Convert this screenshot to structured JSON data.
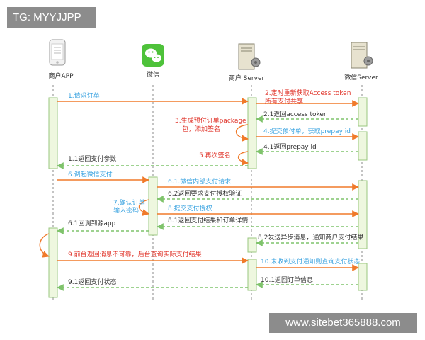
{
  "watermark_top": "TG: MYYJJPP",
  "watermark_bottom": "www.sitebet365888.com",
  "colors": {
    "request": "#f07a2a",
    "response": "#7fc36b",
    "accent_text": "#3aa3e0",
    "red_text": "#e0342a",
    "lifeline": "#888888",
    "activation_fill": "#eef7df",
    "activation_border": "#9ac77f"
  },
  "participants": [
    {
      "id": "merchant_app",
      "label": "商户APP",
      "icon": "phone-icon"
    },
    {
      "id": "wechat",
      "label": "微信",
      "icon": "wechat-icon"
    },
    {
      "id": "merchant_server",
      "label": "商户 Server",
      "icon": "server-icon"
    },
    {
      "id": "wechat_server",
      "label": "微信Server",
      "icon": "server-icon"
    }
  ],
  "messages": [
    {
      "text": "1.请求订单",
      "from": "merchant_app",
      "to": "merchant_server",
      "kind": "request"
    },
    {
      "text": "2.定时重新获取Access token",
      "text2": "所有支付共享",
      "from": "merchant_server",
      "to": "wechat_server",
      "kind": "request"
    },
    {
      "text": "2.1返回access token",
      "from": "wechat_server",
      "to": "merchant_server",
      "kind": "response"
    },
    {
      "text": "3.生成预付订单package",
      "text2": "包，添加签名",
      "from": "merchant_server",
      "to": "merchant_server",
      "kind": "self"
    },
    {
      "text": "4.提交预付单，获取prepay id",
      "from": "merchant_server",
      "to": "wechat_server",
      "kind": "request"
    },
    {
      "text": "4.1返回prepay id",
      "from": "wechat_server",
      "to": "merchant_server",
      "kind": "response"
    },
    {
      "text": "5.再次签名",
      "from": "merchant_server",
      "to": "merchant_server",
      "kind": "self"
    },
    {
      "text": "1.1返回支付参数",
      "from": "merchant_server",
      "to": "merchant_app",
      "kind": "response"
    },
    {
      "text": "6.调起微信支付",
      "from": "merchant_app",
      "to": "wechat",
      "kind": "request"
    },
    {
      "text": "6.1.微信内部支付请求",
      "from": "wechat",
      "to": "wechat_server",
      "kind": "request"
    },
    {
      "text": "6.2返回要求支付授权验证",
      "from": "wechat_server",
      "to": "wechat",
      "kind": "response"
    },
    {
      "text": "7.确认订单",
      "text2": "输入密码",
      "from": "wechat",
      "to": "wechat",
      "kind": "self"
    },
    {
      "text": "8.提交支付授权",
      "from": "wechat",
      "to": "wechat_server",
      "kind": "request"
    },
    {
      "text": "8.1返回支付结果和订单详情",
      "from": "wechat_server",
      "to": "wechat",
      "kind": "response"
    },
    {
      "text": "6.1回调到源app",
      "from": "wechat",
      "to": "merchant_app",
      "kind": "response"
    },
    {
      "text": "8.2发送异步消息，通知商户支付结果",
      "from": "wechat_server",
      "to": "merchant_server",
      "kind": "response"
    },
    {
      "text": "9.前台返回消息不可靠，后台查询实际支付结果",
      "from": "merchant_app",
      "to": "merchant_server",
      "kind": "request"
    },
    {
      "text": "10.未收到支付通知则查询支付状态",
      "from": "merchant_server",
      "to": "wechat_server",
      "kind": "request"
    },
    {
      "text": "10.1返回订单信息",
      "from": "wechat_server",
      "to": "merchant_server",
      "kind": "response"
    },
    {
      "text": "9.1返回支付状态",
      "from": "merchant_server",
      "to": "merchant_app",
      "kind": "response"
    }
  ]
}
